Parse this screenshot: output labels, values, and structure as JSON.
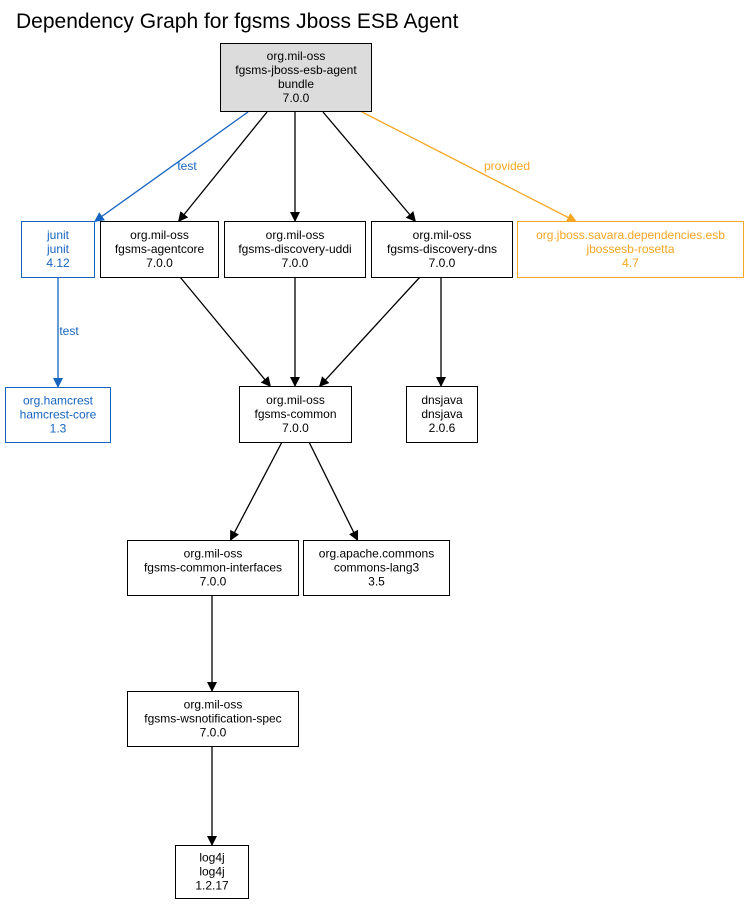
{
  "title": "Dependency Graph for fgsms Jboss ESB Agent",
  "colors": {
    "default": "#000000",
    "test": "#1565c0",
    "provided": "#f5a623",
    "root_fill": "#dcdcdc"
  },
  "nodes": [
    {
      "id": "root",
      "lines": [
        "org.mil-oss",
        "fgsms-jboss-esb-agent",
        "bundle",
        "7.0.0"
      ],
      "style": "root"
    },
    {
      "id": "junit",
      "lines": [
        "junit",
        "junit",
        "4.12"
      ],
      "style": "test"
    },
    {
      "id": "agentcore",
      "lines": [
        "org.mil-oss",
        "fgsms-agentcore",
        "7.0.0"
      ],
      "style": "default"
    },
    {
      "id": "discovery-uddi",
      "lines": [
        "org.mil-oss",
        "fgsms-discovery-uddi",
        "7.0.0"
      ],
      "style": "default"
    },
    {
      "id": "discovery-dns",
      "lines": [
        "org.mil-oss",
        "fgsms-discovery-dns",
        "7.0.0"
      ],
      "style": "default"
    },
    {
      "id": "rosetta",
      "lines": [
        "org.jboss.savara.dependencies.esb",
        "jbossesb-rosetta",
        "4.7"
      ],
      "style": "provided"
    },
    {
      "id": "hamcrest",
      "lines": [
        "org.hamcrest",
        "hamcrest-core",
        "1.3"
      ],
      "style": "test"
    },
    {
      "id": "common",
      "lines": [
        "org.mil-oss",
        "fgsms-common",
        "7.0.0"
      ],
      "style": "default"
    },
    {
      "id": "dnsjava",
      "lines": [
        "dnsjava",
        "dnsjava",
        "2.0.6"
      ],
      "style": "default"
    },
    {
      "id": "common-interfaces",
      "lines": [
        "org.mil-oss",
        "fgsms-common-interfaces",
        "7.0.0"
      ],
      "style": "default"
    },
    {
      "id": "commons-lang3",
      "lines": [
        "org.apache.commons",
        "commons-lang3",
        "3.5"
      ],
      "style": "default"
    },
    {
      "id": "wsnotification",
      "lines": [
        "org.mil-oss",
        "fgsms-wsnotification-spec",
        "7.0.0"
      ],
      "style": "default"
    },
    {
      "id": "log4j",
      "lines": [
        "log4j",
        "log4j",
        "1.2.17"
      ],
      "style": "default"
    }
  ],
  "edges": [
    {
      "from": "root",
      "to": "junit",
      "style": "test",
      "label": "test"
    },
    {
      "from": "root",
      "to": "agentcore",
      "style": "default",
      "label": ""
    },
    {
      "from": "root",
      "to": "discovery-uddi",
      "style": "default",
      "label": ""
    },
    {
      "from": "root",
      "to": "discovery-dns",
      "style": "default",
      "label": ""
    },
    {
      "from": "root",
      "to": "rosetta",
      "style": "provided",
      "label": "provided"
    },
    {
      "from": "junit",
      "to": "hamcrest",
      "style": "test",
      "label": "test"
    },
    {
      "from": "agentcore",
      "to": "common",
      "style": "default",
      "label": ""
    },
    {
      "from": "discovery-uddi",
      "to": "common",
      "style": "default",
      "label": ""
    },
    {
      "from": "discovery-dns",
      "to": "common",
      "style": "default",
      "label": ""
    },
    {
      "from": "discovery-dns",
      "to": "dnsjava",
      "style": "default",
      "label": ""
    },
    {
      "from": "common",
      "to": "common-interfaces",
      "style": "default",
      "label": ""
    },
    {
      "from": "common",
      "to": "commons-lang3",
      "style": "default",
      "label": ""
    },
    {
      "from": "common-interfaces",
      "to": "wsnotification",
      "style": "default",
      "label": ""
    },
    {
      "from": "wsnotification",
      "to": "log4j",
      "style": "default",
      "label": ""
    }
  ]
}
